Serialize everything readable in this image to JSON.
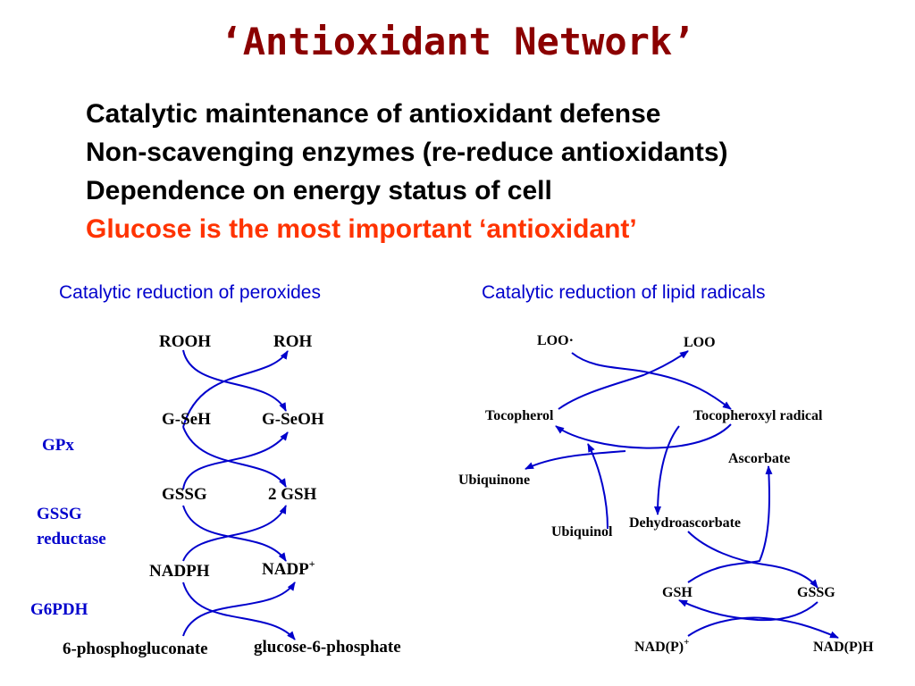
{
  "title": "‘Antioxidant Network’",
  "bullets": [
    "Catalytic maintenance of antioxidant defense",
    "Non-scavenging enzymes (re-reduce antioxidants)",
    "Dependence on energy status of cell",
    "Glucose is the most important ‘antioxidant’"
  ],
  "colors": {
    "title": "#8b0000",
    "highlight": "#ff3300",
    "blue": "#0000cc"
  },
  "left_panel": {
    "heading": "Catalytic reduction of peroxides",
    "nodes": {
      "rooh": "ROOH",
      "roh": "ROH",
      "gseh": "G-SeH",
      "gseoh": "G-SeOH",
      "gssg": "GSSG",
      "gsh2": "2 GSH",
      "nadph": "NADPH",
      "nadp_base": "NADP",
      "nadp_sup": "+",
      "pgluconate": "6-phosphogluconate",
      "g6p": "glucose-6-phosphate"
    },
    "enzymes": {
      "gpx": "GPx",
      "gssg_reductase_1": "GSSG",
      "gssg_reductase_2": "reductase",
      "g6pdh": "G6PDH"
    }
  },
  "right_panel": {
    "heading": "Catalytic reduction of lipid radicals",
    "nodes": {
      "loo_radical": "LOO·",
      "loo": "LOO",
      "tocopherol": "Tocopherol",
      "tocopheroxyl": "Tocopheroxyl radical",
      "ascorbate": "Ascorbate",
      "ubiquinone": "Ubiquinone",
      "ubiquinol": "Ubiquinol",
      "dehydroascorbate": "Dehydroascorbate",
      "gsh": "GSH",
      "gssg": "GSSG",
      "nadp_base": "NAD(P)",
      "nadp_sup": "+",
      "nadph": "NAD(P)H"
    }
  }
}
